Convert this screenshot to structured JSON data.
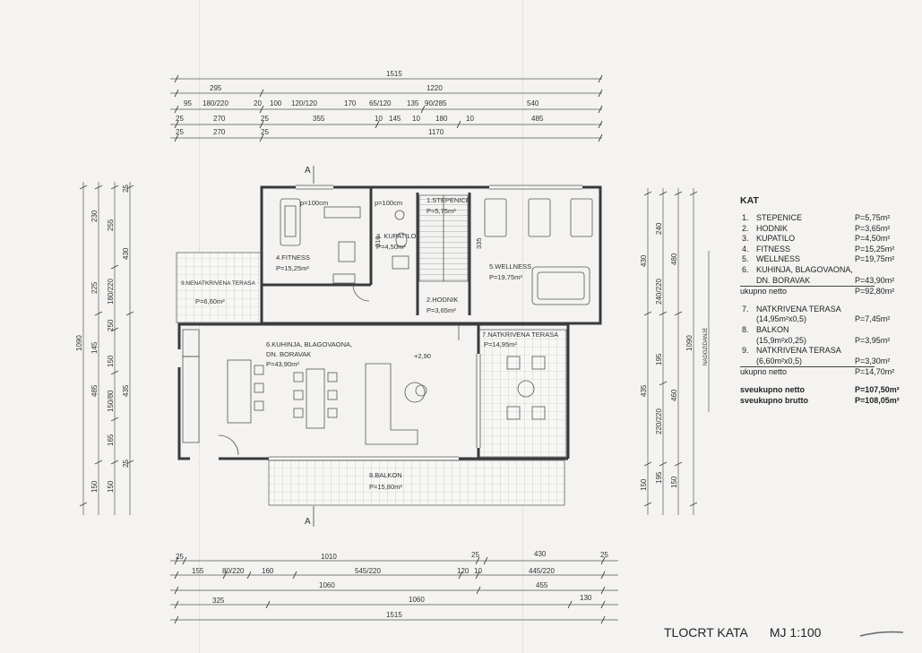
{
  "plan_title": "TLOCRT KATA",
  "scale": "MJ 1:100",
  "legend": {
    "heading": "KAT",
    "items": [
      {
        "num": "1.",
        "name": "STEPENICE",
        "area": "P=5,75m²"
      },
      {
        "num": "2.",
        "name": "HODNIK",
        "area": "P=3,65m²"
      },
      {
        "num": "3.",
        "name": "KUPATILO",
        "area": "P=4,50m²"
      },
      {
        "num": "4.",
        "name": "FITNESS",
        "area": "P=15,25m²"
      },
      {
        "num": "5.",
        "name": "WELLNESS",
        "area": "P=19,75m²"
      },
      {
        "num": "6.",
        "name": "KUHINJA, BLAGOVAONA,",
        "area": ""
      },
      {
        "num": "",
        "name": "DN. BORAVAK",
        "area": "P=43,90m²"
      }
    ],
    "subtotal1_label": "ukupno netto",
    "subtotal1_value": "P=92,80m²",
    "items2": [
      {
        "num": "7.",
        "name": "NATKRIVENA TERASA",
        "area": ""
      },
      {
        "num": "",
        "name": "(14,95m²x0,5)",
        "area": "P=7,45m²"
      },
      {
        "num": "8.",
        "name": "BALKON",
        "area": ""
      },
      {
        "num": "",
        "name": "(15,9m²x0,25)",
        "area": "P=3,95m²"
      },
      {
        "num": "9.",
        "name": "NATKRIVENA TERASA",
        "area": ""
      },
      {
        "num": "",
        "name": "(6,60m²x0,5)",
        "area": "P=3,30m²"
      }
    ],
    "subtotal2_label": "ukupno netto",
    "subtotal2_value": "P=14,70m²",
    "total_net_label": "sveukupno netto",
    "total_net_value": "P=107,50m²",
    "total_gross_label": "sveukupno brutto",
    "total_gross_value": "P=108,05m²"
  },
  "rooms": {
    "fitness": {
      "name": "4.FITNESS",
      "area": "P=15,25m²"
    },
    "kupatilo": {
      "name": "3. KUPATILO",
      "area": "P=4,50m²"
    },
    "stepenice": {
      "name": "1.STEPENICE",
      "area": "P=5,75m²"
    },
    "hodnik": {
      "name": "2.HODNIK",
      "area": "P=3,65m²"
    },
    "wellness": {
      "name": "5.WELLNESS",
      "area": "P=19,75m²"
    },
    "terasa9": {
      "name": "9.NENATKRIVENA TERASA",
      "area": "P=6,60m²"
    },
    "kuhinja": {
      "name1": "6.KUHINJA, BLAGOVAONA,",
      "name2": "DN. BORAVAK",
      "area": "P=43,90m²"
    },
    "terasa7": {
      "name": "7.NATKRIVENA TERASA",
      "area": "P=14,95m²"
    },
    "balkon": {
      "name": "8.BALKON",
      "area": "P=15,80m²"
    },
    "level": "+2,90",
    "section_mark": "A",
    "door_label_fitness": "p=100cm",
    "door_label_bath": "p=100cm",
    "wellness_height": "335",
    "bath_height": "310",
    "nadozidanje": "NADOZIDANJE"
  },
  "dims_top": {
    "row1": [
      "1515"
    ],
    "row2": [
      "295",
      "1220"
    ],
    "row3": [
      "95",
      "180/220",
      "20",
      "100",
      "120/120",
      "170",
      "65/120",
      "135",
      "90/285",
      "540"
    ],
    "row4": [
      "25",
      "270",
      "25",
      "355",
      "10",
      "145",
      "10",
      "180",
      "10",
      "485"
    ],
    "row5": [
      "25",
      "270",
      "25",
      "1170"
    ]
  },
  "dims_bottom": {
    "row1": [
      "25",
      "1010",
      "25",
      "430",
      "25"
    ],
    "row2": [
      "155",
      "80/220",
      "160",
      "545/220",
      "120",
      "10",
      "445/220"
    ],
    "row3": [
      "1060",
      "455"
    ],
    "row4": [
      "325",
      "1060",
      "130"
    ],
    "row5": [
      "1515"
    ]
  },
  "dims_left": {
    "outer": [
      "1090"
    ],
    "col2": [
      "485"
    ],
    "col3": [
      "230",
      "225",
      "145",
      "150/80",
      "165",
      "150"
    ],
    "col4": [
      "255",
      "180/220",
      "250",
      "150",
      "150"
    ],
    "col5": [
      "25",
      "430",
      "435",
      "25"
    ]
  },
  "dims_right": {
    "col1": [
      "240",
      "430",
      "435",
      "150"
    ],
    "col2": [
      "240/220",
      "195",
      "220/220",
      "195"
    ],
    "col3": [
      "480",
      "460",
      "150"
    ],
    "col4": [
      "1090"
    ]
  }
}
